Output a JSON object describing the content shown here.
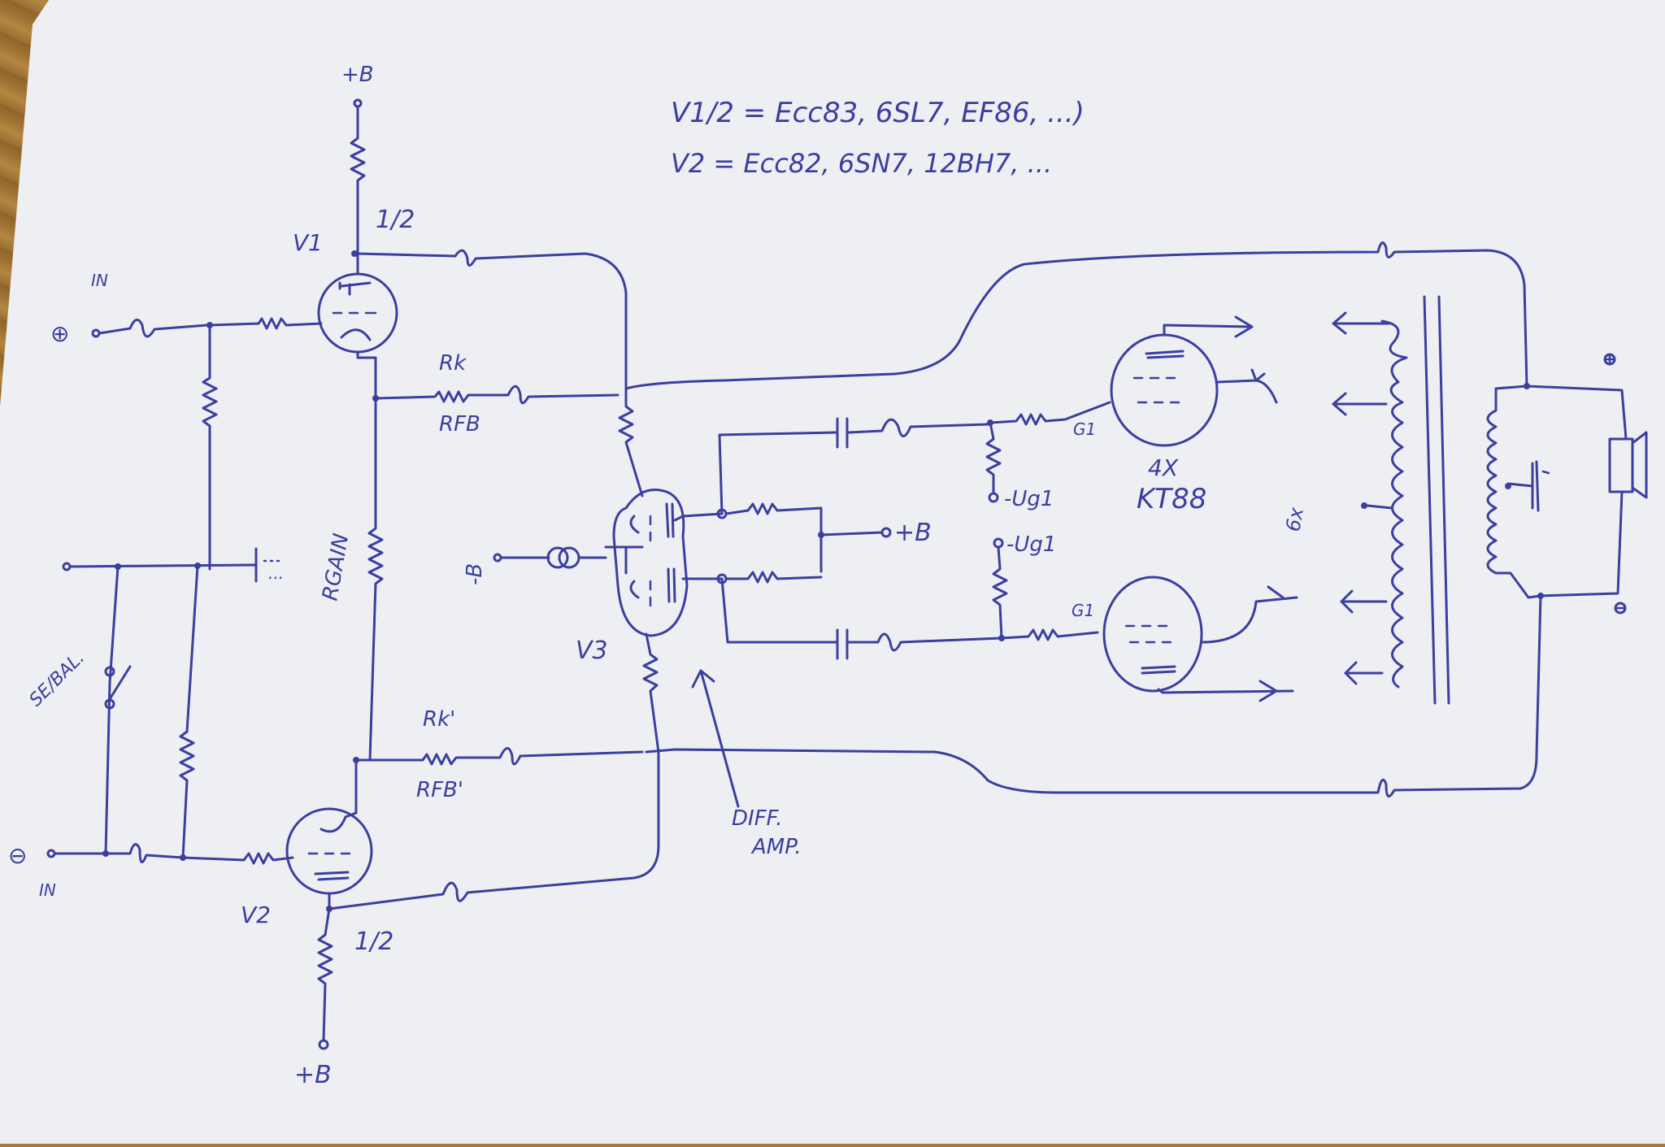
{
  "colors": {
    "ink": "#3b3f9e",
    "paper": "#eeeff3",
    "background": "#a47a3c"
  },
  "notes": {
    "line1": "V1/2 = Ecc83, 6SL7, EF86, ...)",
    "line2": "V2 = Ecc82, 6SN7, 12BH7, ..."
  },
  "labels": {
    "plus_b_top": "+B",
    "plus_b_bottom": "+B",
    "plus_b_right": "+B",
    "minus_b": "-B",
    "half_top": "1/2",
    "half_bottom": "1/2",
    "v1": "V1",
    "v2": "V2",
    "v3": "V3",
    "in_top": "IN",
    "in_bottom": "IN",
    "plus_in": "⊕",
    "minus_in": "⊖",
    "rk": "Rk",
    "rfb": "RFB",
    "rk_prime": "Rk'",
    "rfb_prime": "RFB'",
    "rgain": "RGAIN",
    "se_bal": "SE/BAL.",
    "ug1_top": "-Ug1",
    "ug1_bottom": "-Ug1",
    "g1_top": "G1",
    "g1_bottom": "G1",
    "kt88_count": "4X",
    "kt88": "KT88",
    "ground_ellipsis": "...",
    "sixx": "6x",
    "diff_amp_1": "DIFF.",
    "diff_amp_2": "AMP.",
    "out_plus": "⊕",
    "out_minus": "⊖"
  }
}
